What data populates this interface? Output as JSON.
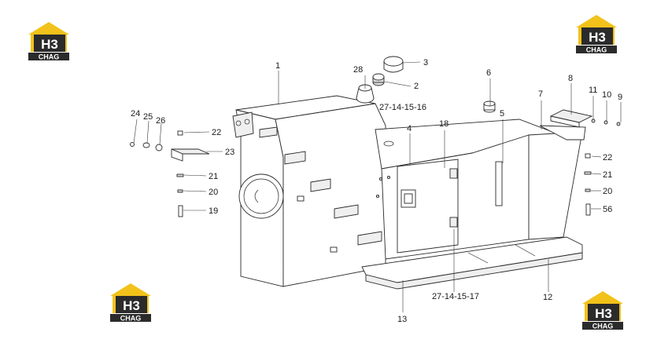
{
  "brand": {
    "logo_text_top": "H3",
    "logo_text_bottom": "CHAG",
    "colors": {
      "roof": "#f2c21a",
      "block": "#2b2b2b",
      "text": "#ffffff"
    }
  },
  "callouts": {
    "c1": "1",
    "c2": "2",
    "c3": "3",
    "c28": "28",
    "c27a": "27-14-15-16",
    "c4": "4",
    "c18": "18",
    "c6": "6",
    "c5": "5",
    "c7": "7",
    "c8": "8",
    "c11": "11",
    "c10": "10",
    "c9": "9",
    "c24": "24",
    "c25": "25",
    "c26": "26",
    "c22a": "22",
    "c23": "23",
    "c21a": "21",
    "c20a": "20",
    "c19": "19",
    "c22b": "22",
    "c21b": "21",
    "c20b": "20",
    "c56": "56",
    "c27b": "27-14-15-17",
    "c12": "12",
    "c13": "13"
  }
}
